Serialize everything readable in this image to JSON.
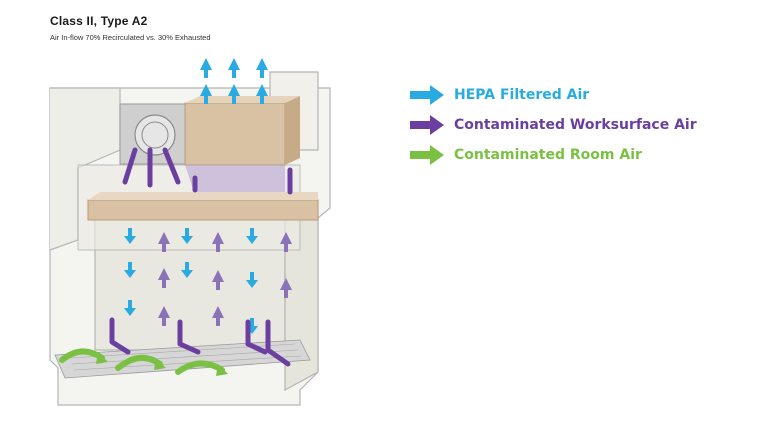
{
  "header": {
    "title": "Class II, Type A2",
    "subtitle": "Air In-flow 70% Recirculated vs. 30% Exhausted"
  },
  "legend": {
    "items": [
      {
        "label": "HEPA Filtered Air",
        "color": "#29abe2",
        "icon": "blue-arrow-icon"
      },
      {
        "label": "Contaminated Worksurface Air",
        "color": "#6b3fa0",
        "icon": "purple-arrow-icon"
      },
      {
        "label": "Contaminated Room Air",
        "color": "#7ac143",
        "icon": "green-arrow-icon"
      }
    ]
  },
  "colors": {
    "hepa": "#29abe2",
    "worksurface": "#6b3fa0",
    "room": "#7ac143",
    "filter": "#d9c2a4",
    "cabinet_line": "#b5b5b5",
    "glass": "#ecebe4"
  }
}
